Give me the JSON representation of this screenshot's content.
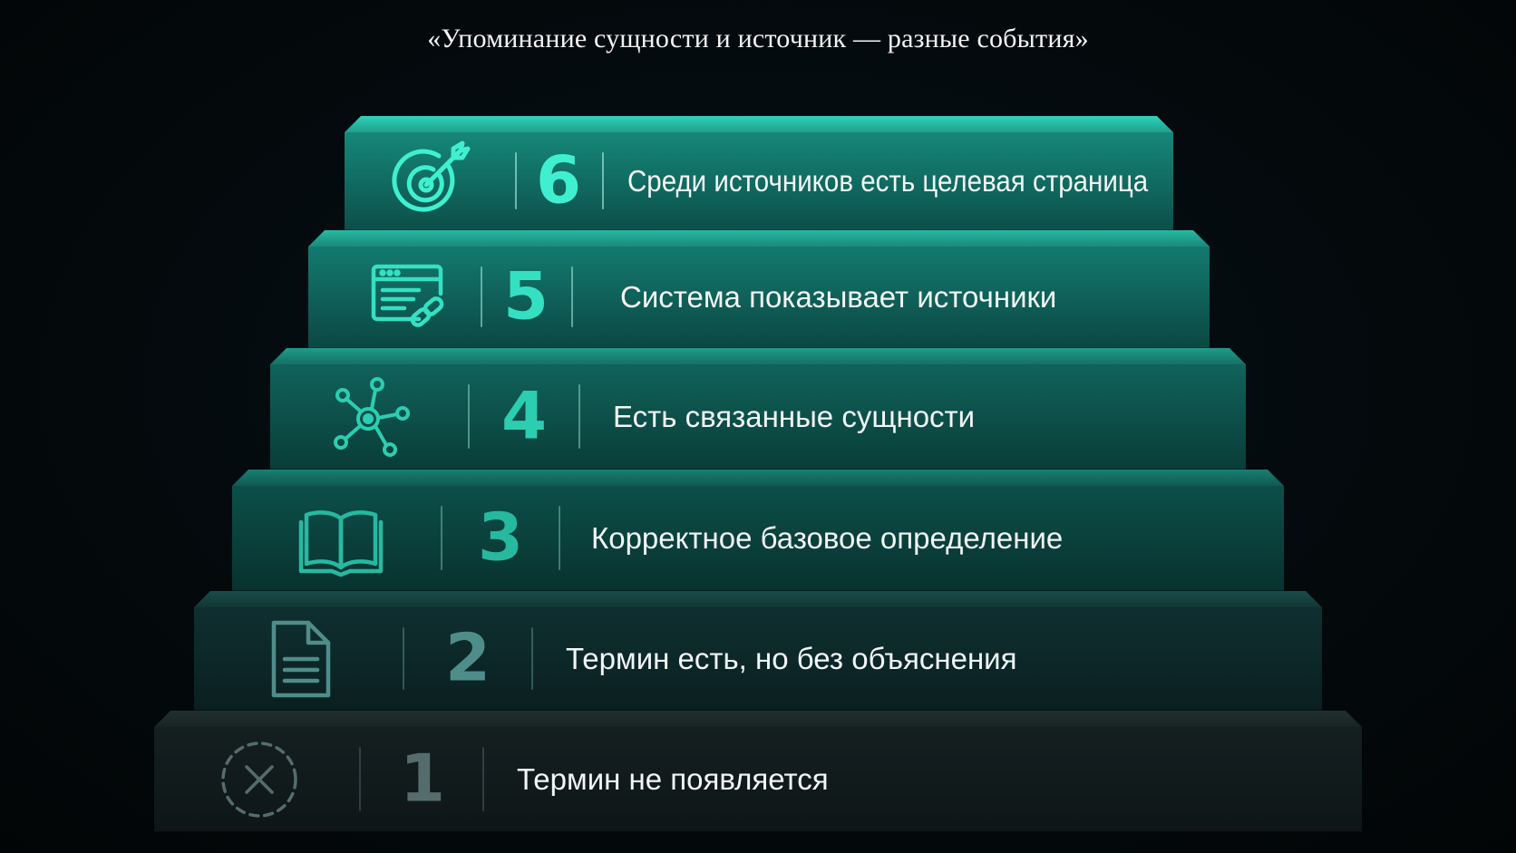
{
  "title": "«Упоминание сущности и источник — разные события»",
  "steps": [
    {
      "number": "6",
      "label": "Среди источников есть целевая страница",
      "icon": "target-icon",
      "color": "#3ff0d0"
    },
    {
      "number": "5",
      "label": "Система показывает источники",
      "icon": "browser-link-icon",
      "color": "#35e0c2"
    },
    {
      "number": "4",
      "label": "Есть связанные сущности",
      "icon": "network-icon",
      "color": "#2ccdb1"
    },
    {
      "number": "3",
      "label": "Корректное базовое определение",
      "icon": "open-book-icon",
      "color": "#26b9a0"
    },
    {
      "number": "2",
      "label": "Термин есть, но без объяснения",
      "icon": "document-icon",
      "color": "#4f8d8a"
    },
    {
      "number": "1",
      "label": "Термин не появляется",
      "icon": "dashed-circle-x-icon",
      "color": "#566c6c"
    }
  ]
}
